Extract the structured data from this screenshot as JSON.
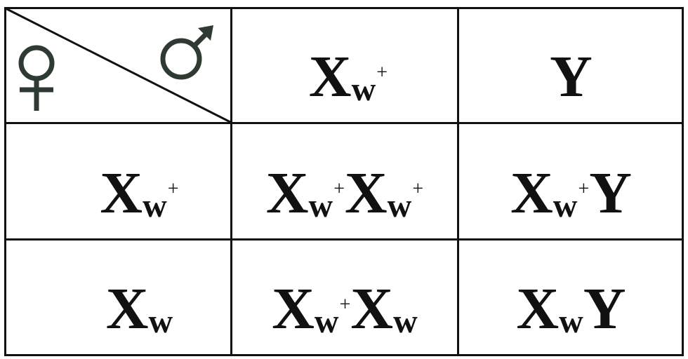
{
  "punnett": {
    "corner": {
      "female_symbol_icon": "female-symbol",
      "male_symbol_icon": "male-symbol",
      "symbol_color": "#2f3a33"
    },
    "header_col1": {
      "base": "X",
      "sup": "w",
      "plus": "+"
    },
    "header_col2": {
      "base": "Y"
    },
    "row1_header": {
      "base": "X",
      "sup": "w",
      "plus": "+"
    },
    "row2_header": {
      "base": "X",
      "sup": "w"
    },
    "r1c1": {
      "a1_base": "X",
      "a1_sup": "w",
      "a1_plus": "+",
      "a2_base": "X",
      "a2_sup": "w",
      "a2_plus": "+"
    },
    "r1c2": {
      "a1_base": "X",
      "a1_sup": "w",
      "a1_plus": "+",
      "a2_base": "Y"
    },
    "r2c1": {
      "a1_base": "X",
      "a1_sup": "w",
      "a1_plus": "+",
      "a2_base": "X",
      "a2_sup": "w"
    },
    "r2c2": {
      "a1_base": "X",
      "a1_sup": "w",
      "a2_base": "Y"
    }
  }
}
